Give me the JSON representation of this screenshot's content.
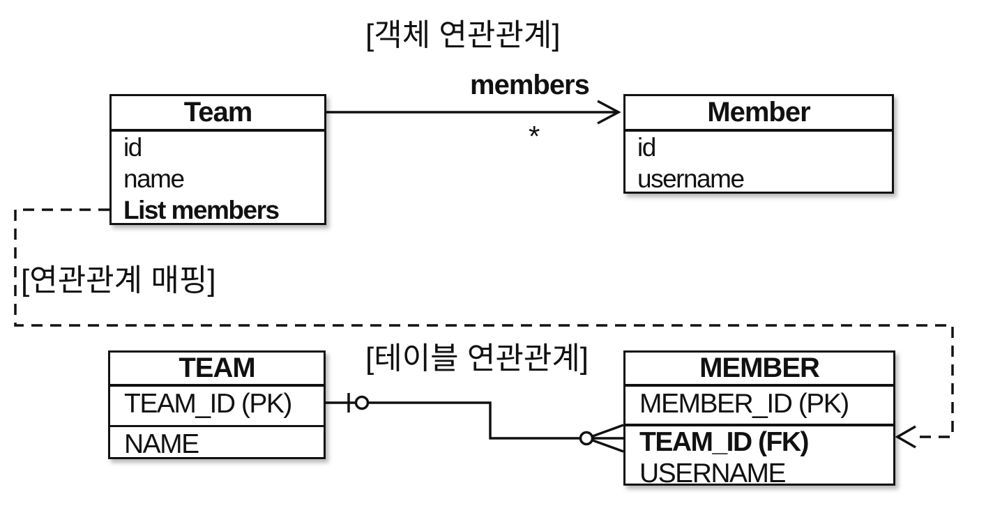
{
  "titles": {
    "object_relation": "[객체 연관관계]",
    "mapping": "[연관관계 매핑]",
    "table_relation": "[테이블 연관관계]"
  },
  "object_diagram": {
    "team_class": {
      "title": "Team",
      "fields": [
        "id",
        "name",
        "List members"
      ]
    },
    "member_class": {
      "title": "Member",
      "fields": [
        "id",
        "username"
      ]
    },
    "association": {
      "label": "members",
      "multiplicity": "*"
    }
  },
  "table_diagram": {
    "team_table": {
      "title": "TEAM",
      "columns": [
        "TEAM_ID (PK)",
        "NAME"
      ]
    },
    "member_table": {
      "title": "MEMBER",
      "columns": [
        "MEMBER_ID (PK)",
        "TEAM_ID (FK)",
        "USERNAME"
      ]
    }
  },
  "colors": {
    "line": "#111111",
    "background": "#ffffff"
  }
}
